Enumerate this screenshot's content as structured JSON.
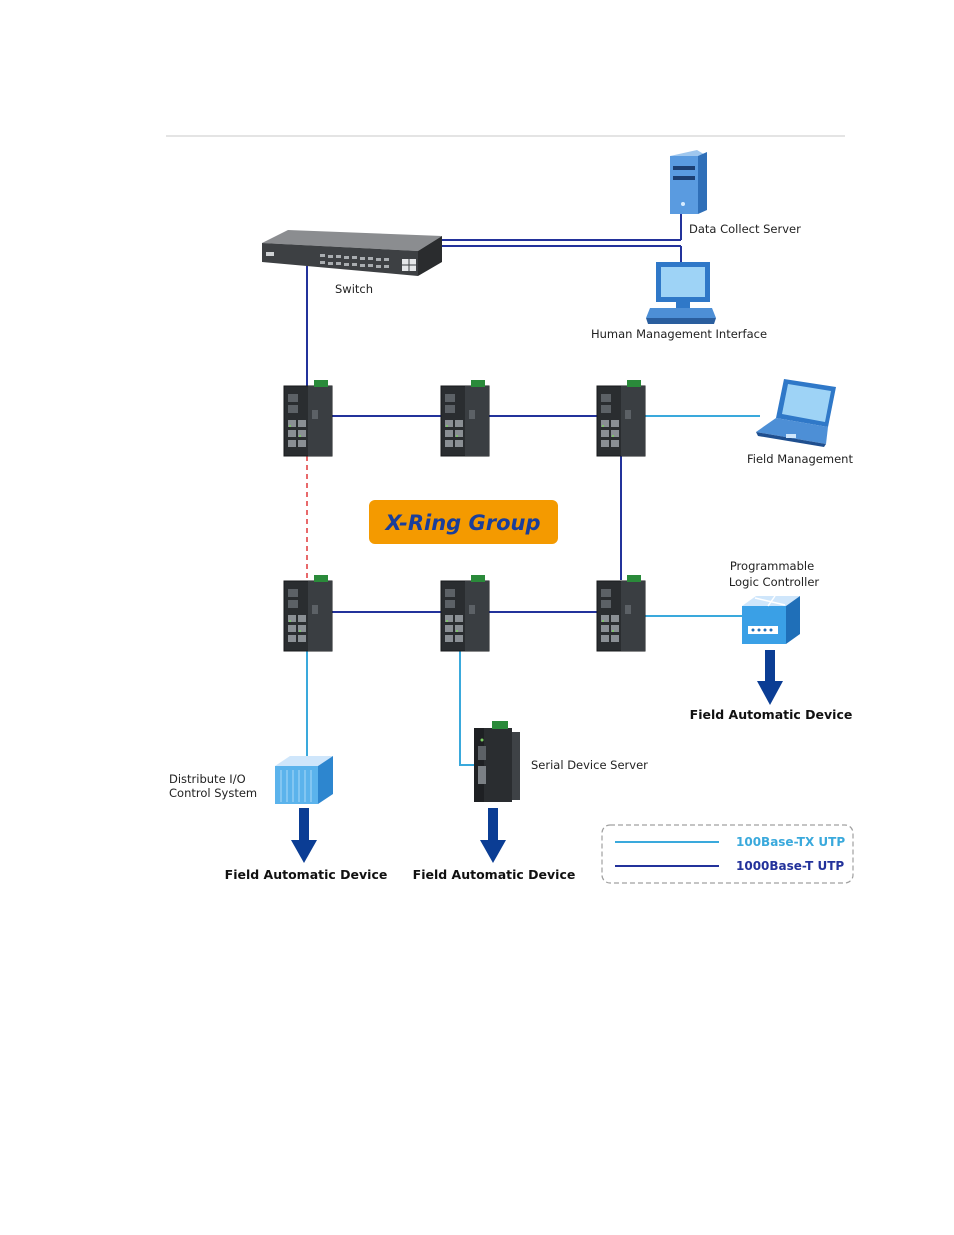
{
  "colors": {
    "tx_line": "#3aa9dc",
    "t_line": "#23329b",
    "backup_line": "#e8696b",
    "ring_badge": "#f49a00",
    "ring_text": "#1a3e9a",
    "arrow": "#0b3d94",
    "device_body": "#2a2d30",
    "computer_blue": "#2f78c8"
  },
  "nodes": {
    "data_collect_server": {
      "label": "Data Collect Server",
      "icon": "server-icon"
    },
    "switch": {
      "label": "Switch",
      "icon": "rack-switch-icon"
    },
    "hmi": {
      "label": "Human Management Interface",
      "icon": "desktop-computer-icon"
    },
    "field_management": {
      "label": "Field Management",
      "icon": "laptop-icon"
    },
    "plc": {
      "label_line1": "Programmable",
      "label_line2": "Logic Controller",
      "icon": "plc-icon"
    },
    "dio": {
      "label_line1": "Distribute I/O",
      "label_line2": "Control System",
      "icon": "io-module-icon"
    },
    "serial_server": {
      "label": "Serial Device Server",
      "icon": "serial-server-icon"
    },
    "field_devices": [
      {
        "label": "Field Automatic Device"
      },
      {
        "label": "Field Automatic Device"
      },
      {
        "label": "Field Automatic Device"
      }
    ]
  },
  "ring": {
    "label": "X-Ring Group"
  },
  "legend": {
    "items": [
      {
        "label": "100Base-TX UTP",
        "color": "#3aa9dc"
      },
      {
        "label": "1000Base-T UTP",
        "color": "#23329b"
      }
    ]
  }
}
